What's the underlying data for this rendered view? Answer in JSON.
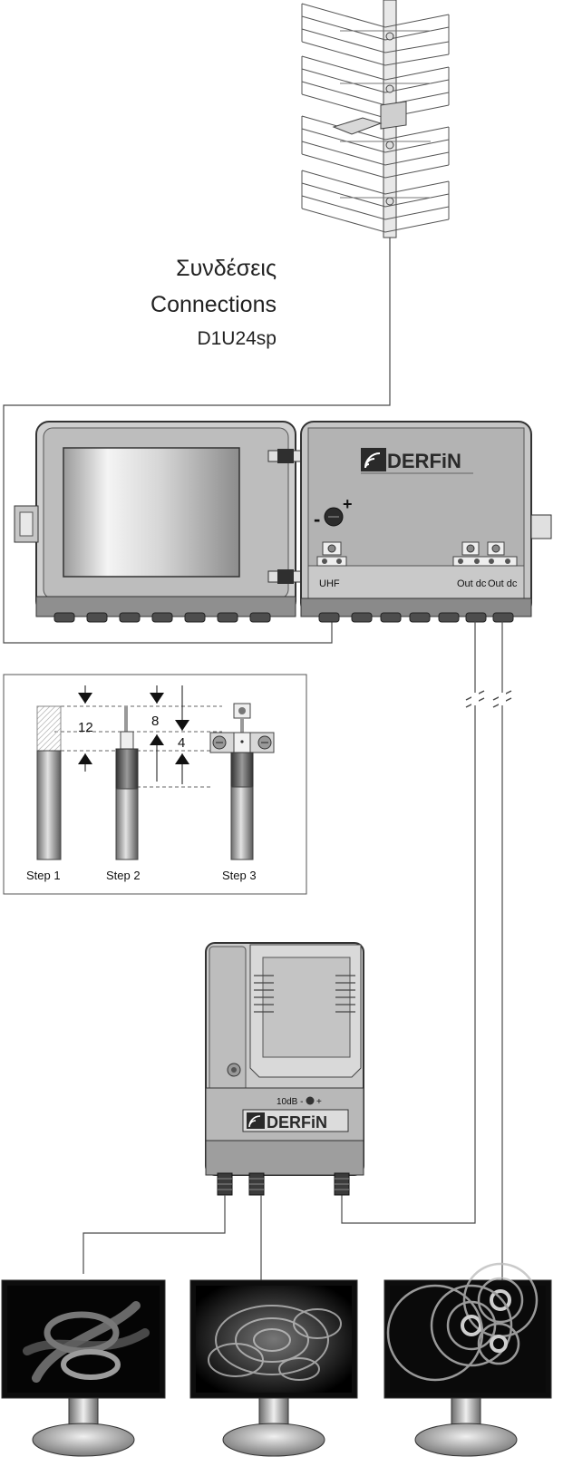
{
  "title": {
    "greek": "Συνδέσεις",
    "english": "Connections",
    "model": "D1U24sp"
  },
  "steps": {
    "labels": [
      "Step  1",
      "Step  2",
      "Step  3"
    ],
    "dim_12": "12",
    "dim_8": "8",
    "dim_4": "4"
  },
  "main_box": {
    "brand": "DERFiN",
    "input_label": "UHF",
    "output_1": "Out dc",
    "output_2": "Out dc",
    "gain_minus": "-",
    "gain_plus": "+"
  },
  "splitter": {
    "brand": "DERFiN",
    "gain_label": "10dB -",
    "gain_plus": "+"
  },
  "colors": {
    "housing": "#c9c9c9",
    "housing_dark": "#8a8a8a",
    "line": "#4a4a4a",
    "screen": "#0d0d0d"
  }
}
